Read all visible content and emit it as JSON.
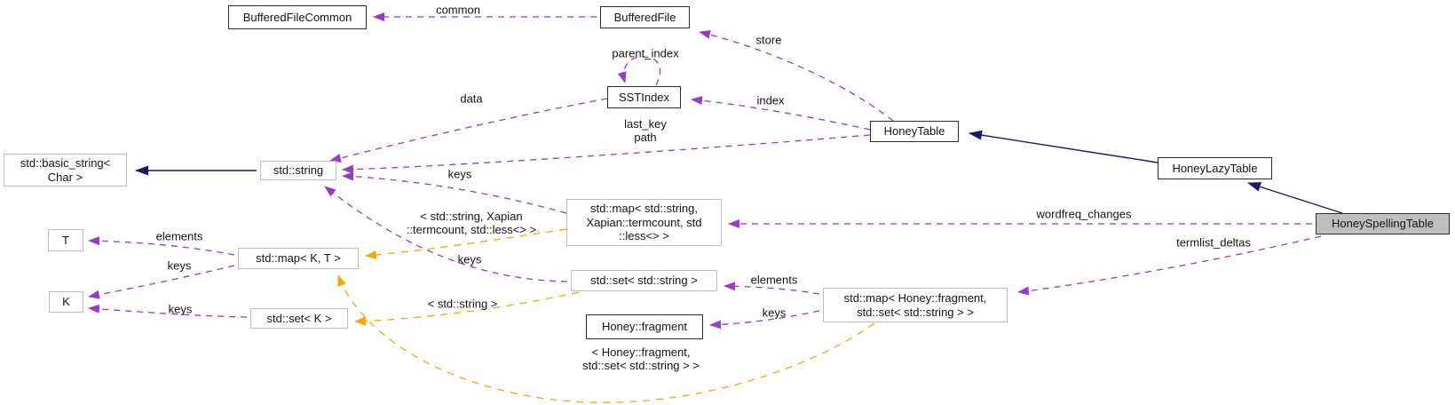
{
  "diagram": {
    "kind": "collaboration-graph",
    "focus_class": "HoneySpellingTable",
    "colors": {
      "usage_edge": "#9a38cf",
      "template_edge": "#ffa500",
      "inheritance_edge": "#191970",
      "internal_node_border": "#2b2b2b",
      "external_node_border": "#bdbdbd",
      "focus_node_fill": "#bfbfbf",
      "background": "#ffffff"
    },
    "nodes": [
      {
        "id": "buffered-file-common",
        "label": "BufferedFileCommon"
      },
      {
        "id": "buffered-file",
        "label": "BufferedFile"
      },
      {
        "id": "sst-index",
        "label": "SSTIndex"
      },
      {
        "id": "honey-table",
        "label": "HoneyTable"
      },
      {
        "id": "honey-lazy-table",
        "label": "HoneyLazyTable"
      },
      {
        "id": "honey-spelling-table",
        "label": "HoneySpellingTable"
      },
      {
        "id": "std-basic-string",
        "label": "std::basic_string<\nChar >"
      },
      {
        "id": "std-string",
        "label": "std::string"
      },
      {
        "id": "std-map-termcount",
        "label": "std::map< std::string,\nXapian::termcount, std\n::less<> >"
      },
      {
        "id": "t-param",
        "label": "T"
      },
      {
        "id": "k-param",
        "label": "K"
      },
      {
        "id": "std-map-k-t",
        "label": "std::map< K, T >"
      },
      {
        "id": "std-set-k",
        "label": "std::set< K >"
      },
      {
        "id": "std-set-string",
        "label": "std::set< std::string >"
      },
      {
        "id": "honey-fragment",
        "label": "Honey::fragment"
      },
      {
        "id": "std-map-fragment",
        "label": "std::map< Honey::fragment,\nstd::set< std::string > >"
      }
    ],
    "edge_labels": [
      {
        "id": "common",
        "text": "common"
      },
      {
        "id": "store",
        "text": "store"
      },
      {
        "id": "parent-index",
        "text": "parent_index"
      },
      {
        "id": "index",
        "text": "index"
      },
      {
        "id": "data",
        "text": "data"
      },
      {
        "id": "last-key-path",
        "text": "last_key\npath"
      },
      {
        "id": "keys-map-termcount",
        "text": "keys"
      },
      {
        "id": "tmpl-map-termcount",
        "text": "< std::string, Xapian\n::termcount, std::less<> >"
      },
      {
        "id": "keys-set-string",
        "text": "keys"
      },
      {
        "id": "tmpl-set-string",
        "text": "< std::string >"
      },
      {
        "id": "elements-map-frag",
        "text": "elements"
      },
      {
        "id": "keys-map-frag",
        "text": "keys"
      },
      {
        "id": "wordfreq-changes",
        "text": "wordfreq_changes"
      },
      {
        "id": "termlist-deltas",
        "text": "termlist_deltas"
      },
      {
        "id": "tmpl-map-fragment",
        "text": "< Honey::fragment,\nstd::set< std::string > >"
      },
      {
        "id": "elements-map-kt",
        "text": "elements"
      },
      {
        "id": "keys-map-kt",
        "text": "keys"
      },
      {
        "id": "keys-set-k",
        "text": "keys"
      }
    ],
    "relations": [
      {
        "from": "BufferedFile",
        "to": "BufferedFileCommon",
        "label": "common",
        "type": "usage"
      },
      {
        "from": "HoneyTable",
        "to": "BufferedFile",
        "label": "store",
        "type": "usage"
      },
      {
        "from": "SSTIndex",
        "to": "SSTIndex",
        "label": "parent_index",
        "type": "usage"
      },
      {
        "from": "HoneyTable",
        "to": "SSTIndex",
        "label": "index",
        "type": "usage"
      },
      {
        "from": "SSTIndex",
        "to": "std::string",
        "label": "data",
        "type": "usage"
      },
      {
        "from": "HoneyTable",
        "to": "std::string",
        "label": "last_key, path",
        "type": "usage"
      },
      {
        "from": "std::map< std::string, Xapian::termcount, std::less<> >",
        "to": "std::string",
        "label": "keys",
        "type": "usage"
      },
      {
        "from": "HoneySpellingTable",
        "to": "std::map< std::string, Xapian::termcount, std::less<> >",
        "label": "wordfreq_changes",
        "type": "usage"
      },
      {
        "from": "HoneySpellingTable",
        "to": "std::map< Honey::fragment, std::set< std::string > >",
        "label": "termlist_deltas",
        "type": "usage"
      },
      {
        "from": "std::map< Honey::fragment, std::set< std::string > >",
        "to": "std::set< std::string >",
        "label": "elements",
        "type": "usage"
      },
      {
        "from": "std::map< Honey::fragment, std::set< std::string > >",
        "to": "Honey::fragment",
        "label": "keys",
        "type": "usage"
      },
      {
        "from": "std::set< std::string >",
        "to": "std::string",
        "label": "keys",
        "type": "usage"
      },
      {
        "from": "std::map< K, T >",
        "to": "T",
        "label": "elements",
        "type": "usage"
      },
      {
        "from": "std::map< K, T >",
        "to": "K",
        "label": "keys",
        "type": "usage"
      },
      {
        "from": "std::set< K >",
        "to": "K",
        "label": "keys",
        "type": "usage"
      },
      {
        "from": "std::map< std::string, Xapian::termcount, std::less<> >",
        "to": "std::map< K, T >",
        "label": "< std::string, Xapian::termcount, std::less<> >",
        "type": "template-instance"
      },
      {
        "from": "std::set< std::string >",
        "to": "std::set< K >",
        "label": "< std::string >",
        "type": "template-instance"
      },
      {
        "from": "std::map< Honey::fragment, std::set< std::string > >",
        "to": "std::map< K, T >",
        "label": "< Honey::fragment, std::set< std::string > >",
        "type": "template-instance"
      },
      {
        "from": "std::string",
        "to": "std::basic_string< Char >",
        "type": "inheritance"
      },
      {
        "from": "HoneyLazyTable",
        "to": "HoneyTable",
        "type": "inheritance"
      },
      {
        "from": "HoneySpellingTable",
        "to": "HoneyLazyTable",
        "type": "inheritance"
      }
    ]
  }
}
